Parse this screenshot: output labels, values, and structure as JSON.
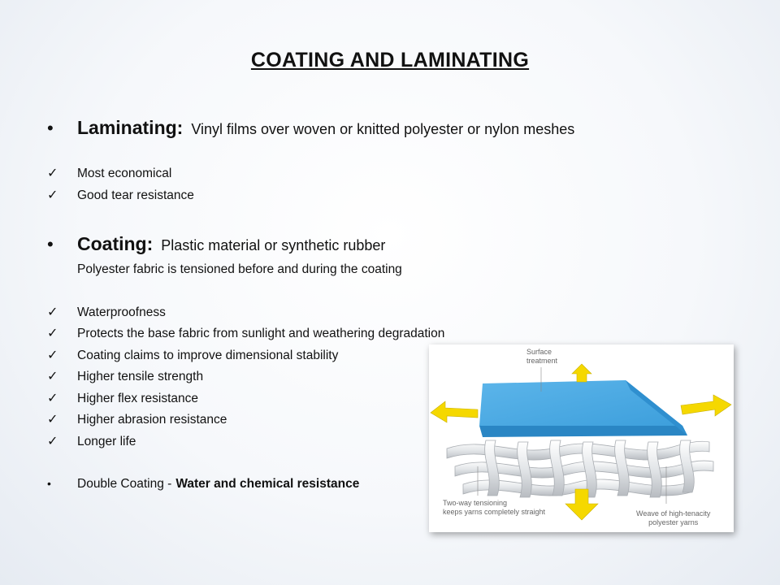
{
  "title": "COATING AND LAMINATING",
  "laminating": {
    "heading": "Laminating:",
    "description": "Vinyl films over woven or knitted polyester or nylon meshes",
    "items": [
      "Most economical",
      "Good tear resistance"
    ]
  },
  "coating": {
    "heading": "Coating:",
    "description": "Plastic material or synthetic rubber",
    "subtext": "Polyester fabric is tensioned before and during the coating",
    "items": [
      "Waterproofness",
      "Protects the base fabric from sunlight and weathering degradation",
      "Coating claims to improve dimensional stability",
      "Higher tensile strength",
      "Higher flex resistance",
      "Higher abrasion resistance",
      "Longer life"
    ]
  },
  "double_coating": {
    "label": "Double Coating  -",
    "emphasis": "Water and chemical resistance"
  },
  "figure": {
    "surface_label_1": "Surface",
    "surface_label_2": "treatment",
    "tension_label_1": "Two-way tensioning",
    "tension_label_2": "keeps yarns completely straight",
    "weave_label_1": "Weave of high-tenacity",
    "weave_label_2": "polyester yarns",
    "colors": {
      "coating": "#3d9fdc",
      "arrow": "#f5d800",
      "yarn": "#dde0e3"
    }
  }
}
